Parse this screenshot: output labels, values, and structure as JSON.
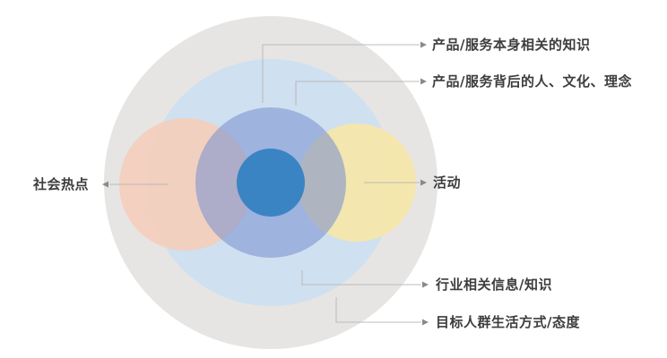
{
  "diagram": {
    "labels": {
      "product_knowledge": "产品/服务本身相关的知识",
      "people_culture_philosophy": "产品/服务背后的人、文化、理念",
      "social_hot_topics": "社会热点",
      "activities": "活动",
      "industry_info": "行业相关信息/知识",
      "target_lifestyle": "目标人群生活方式/态度"
    },
    "circles": {
      "outer_ring_color": "#e6e5e3",
      "second_ring_color": "#cfe0f0",
      "third_ring_color": "#7a90d0",
      "core_color": "#3b84c4",
      "left_circle_color": "#f4cebc",
      "right_circle_color": "#f6e6a9"
    },
    "connectors": {
      "line_color": "#b5b5b5",
      "arrow_color": "#8a8a8a"
    },
    "text_color": "#3d3d3d"
  }
}
